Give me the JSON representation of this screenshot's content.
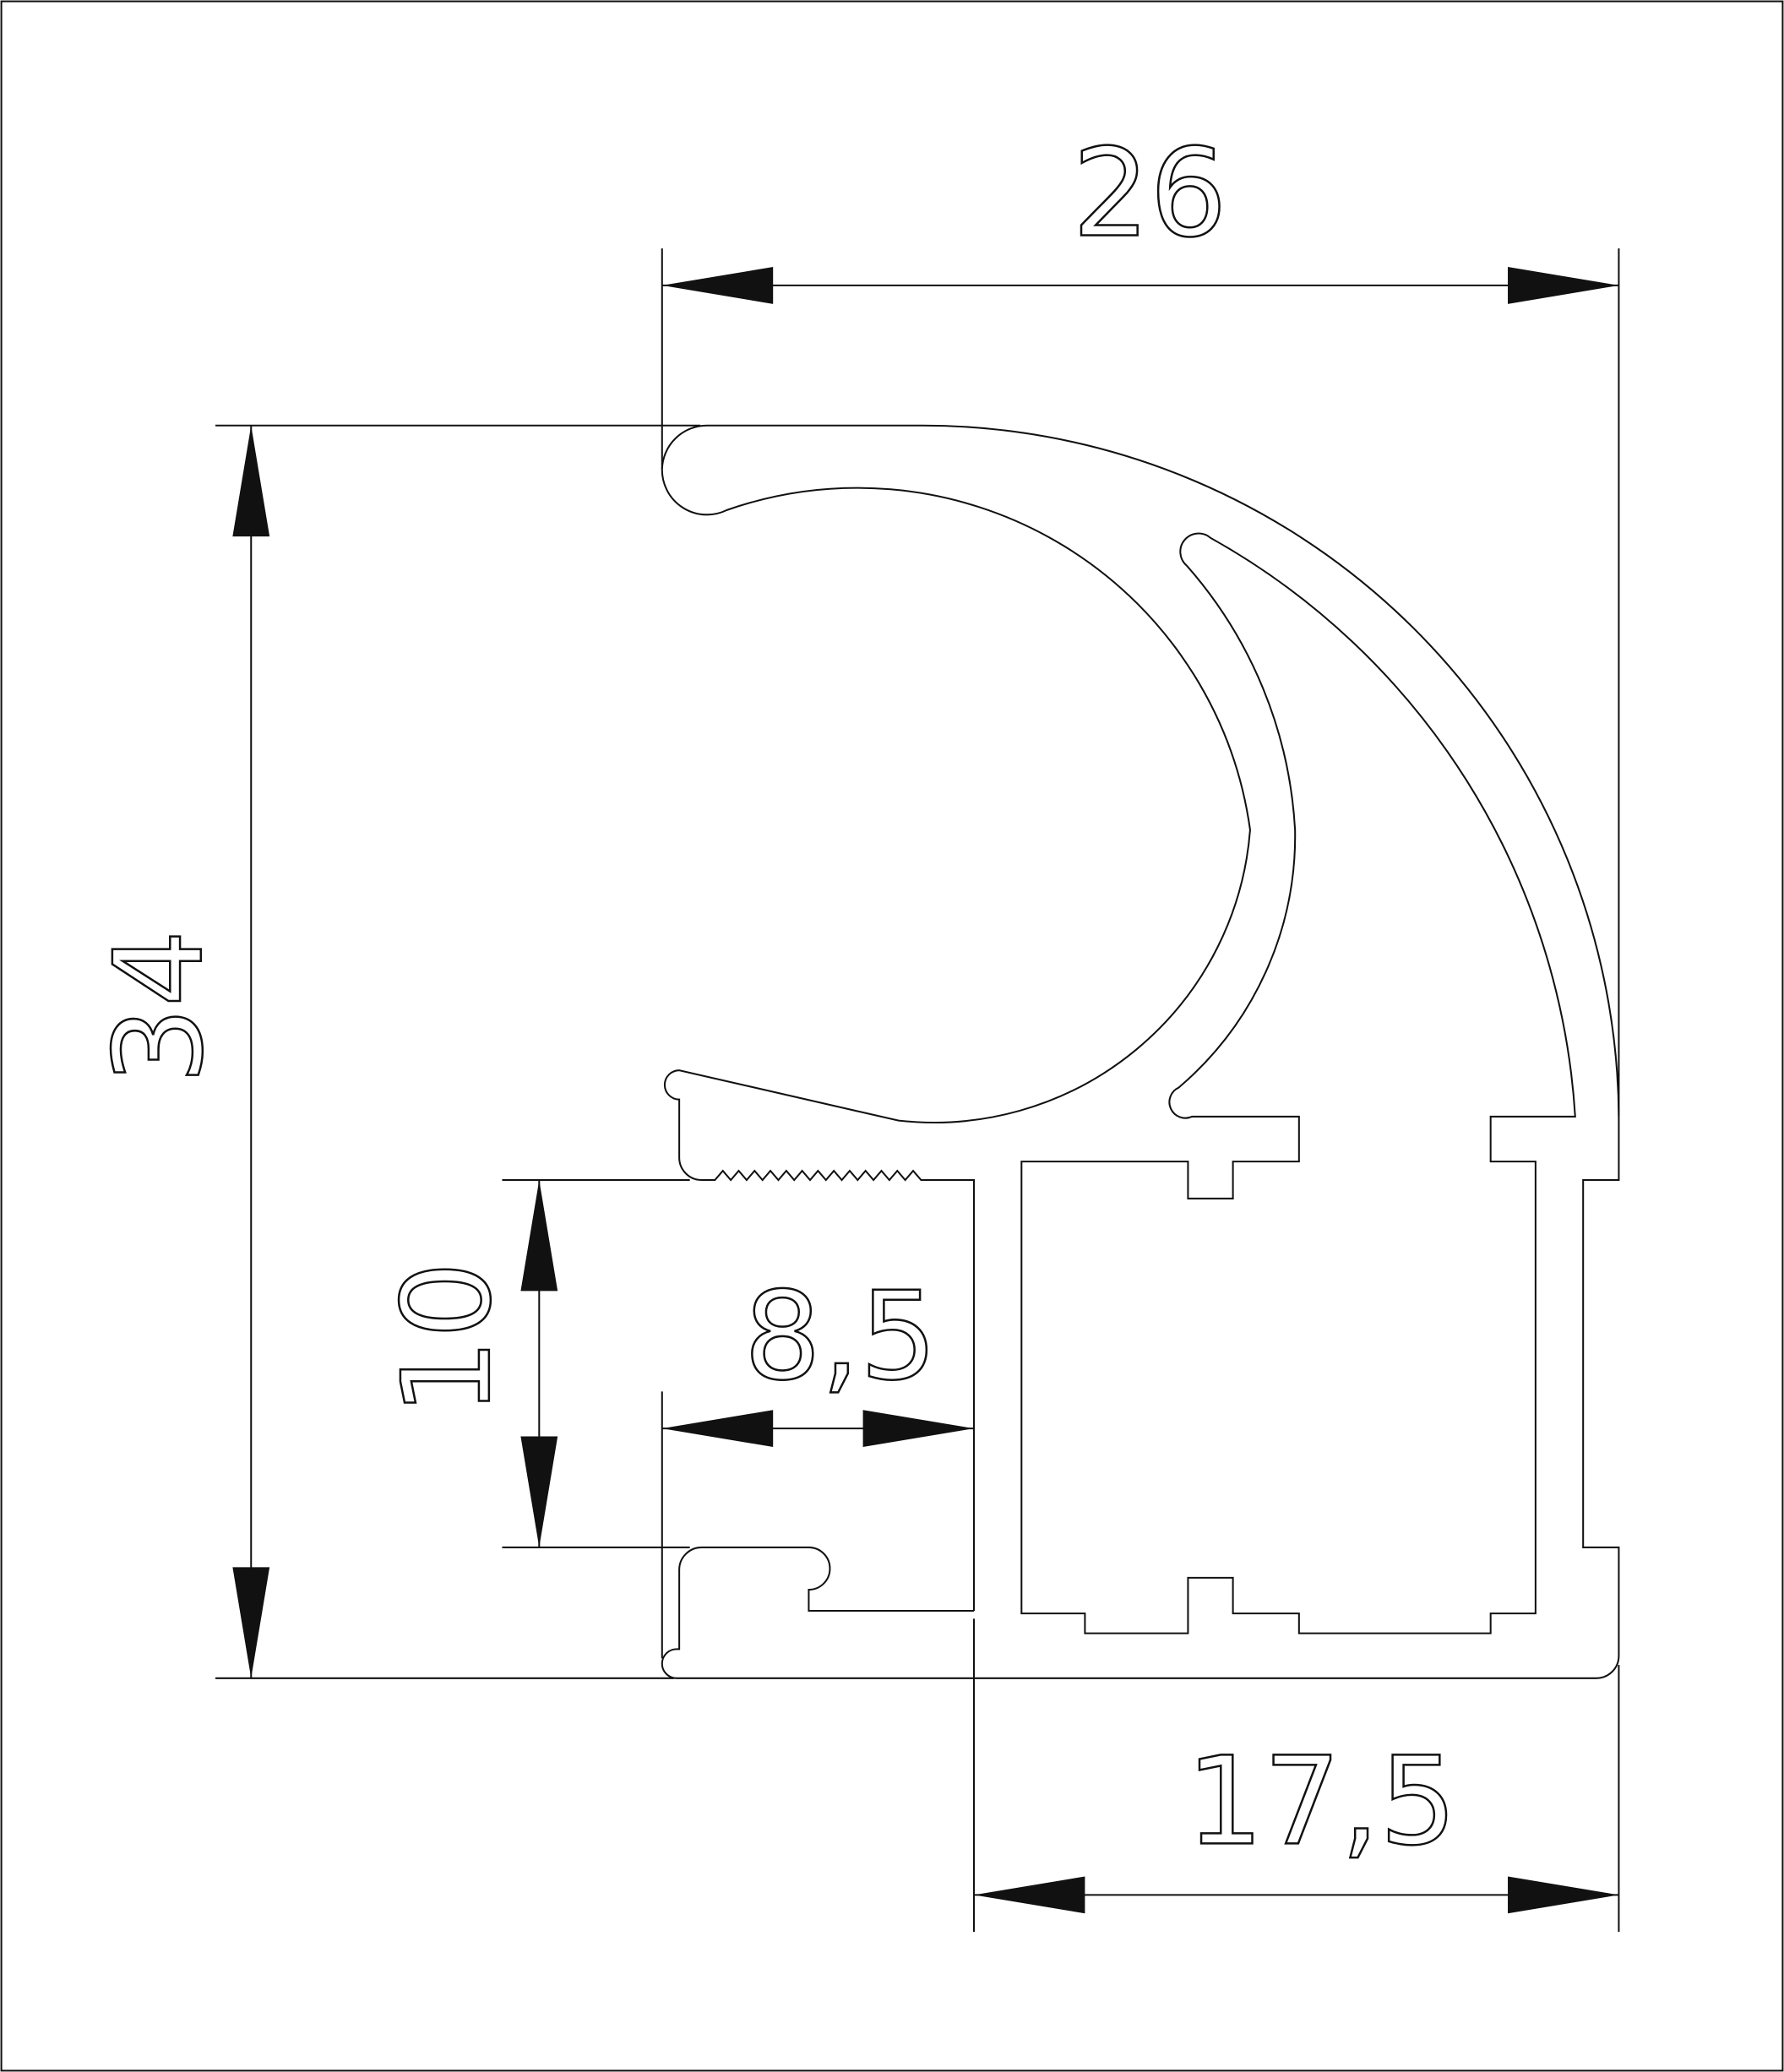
{
  "drawing": {
    "title": "Aluminium profile cross-section",
    "dimensions": {
      "top_width": "26",
      "total_height": "34",
      "slot_height": "10",
      "slot_depth": "8,5",
      "bottom_width": "17,5"
    }
  }
}
